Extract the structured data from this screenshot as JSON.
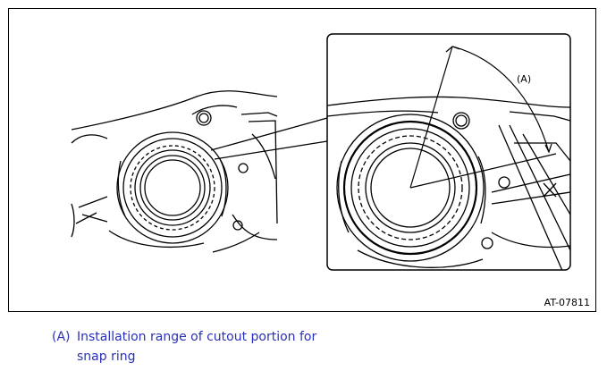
{
  "figure": {
    "id_label": "AT-07811",
    "callout_label": "(A)"
  },
  "caption": {
    "key": "(A)",
    "text": "Installation range of cutout portion for snap ring"
  },
  "colors": {
    "caption_text": "#2a30b8",
    "line_art": "#000000"
  }
}
